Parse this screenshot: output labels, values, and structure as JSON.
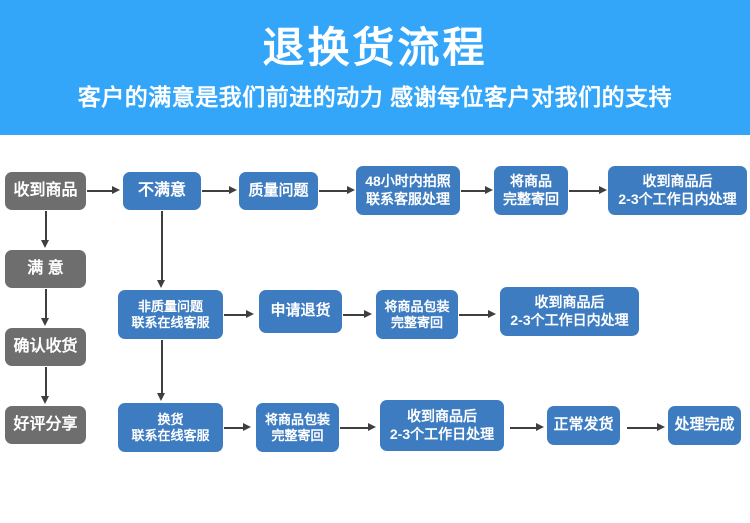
{
  "header": {
    "title": "退换货流程",
    "subtitle": "客户的满意是我们前进的动力 感谢每位客户对我们的支持",
    "bg_color": "#33a6fa",
    "text_color": "#ffffff"
  },
  "colors": {
    "gray_node": "#6e6e6e",
    "blue_node": "#3d7cc0",
    "connector": "#3f3f3f",
    "page_bg": "#ffffff"
  },
  "chart_data": {
    "type": "diagram",
    "title": "退换货流程",
    "nodes": [
      {
        "id": "n_recv",
        "label": "收到商品",
        "style": "gray",
        "row": 0,
        "col": 0
      },
      {
        "id": "n_satisfied",
        "label": "满 意",
        "style": "gray",
        "row": 1,
        "col": 0
      },
      {
        "id": "n_confirm",
        "label": "确认收货",
        "style": "gray",
        "row": 2,
        "col": 0
      },
      {
        "id": "n_review",
        "label": "好评分享",
        "style": "gray",
        "row": 3,
        "col": 0
      },
      {
        "id": "n_unsat",
        "label": "不满意",
        "style": "blue",
        "row": 0,
        "col": 1
      },
      {
        "id": "n_quality",
        "label": "质量问题",
        "style": "blue",
        "row": 0,
        "col": 2
      },
      {
        "id": "n_photo48",
        "label": "48小时内拍照\n联系客服处理",
        "style": "blue",
        "row": 0,
        "col": 3
      },
      {
        "id": "n_sendback1",
        "label": "将商品\n完整寄回",
        "style": "blue",
        "row": 0,
        "col": 4
      },
      {
        "id": "n_process1",
        "label": "收到商品后\n2-3个工作日内处理",
        "style": "blue",
        "row": 0,
        "col": 5
      },
      {
        "id": "n_nonquality",
        "label": "非质量问题\n联系在线客服",
        "style": "blue",
        "row": 1,
        "col": 1
      },
      {
        "id": "n_applyreturn",
        "label": "申请退货",
        "style": "blue",
        "row": 1,
        "col": 2
      },
      {
        "id": "n_pack2",
        "label": "将商品包装\n完整寄回",
        "style": "blue",
        "row": 1,
        "col": 3
      },
      {
        "id": "n_process2",
        "label": "收到商品后\n2-3个工作日内处理",
        "style": "blue",
        "row": 1,
        "col": 4
      },
      {
        "id": "n_exchange",
        "label": "换货\n联系在线客服",
        "style": "blue",
        "row": 2,
        "col": 1
      },
      {
        "id": "n_pack3",
        "label": "将商品包装\n完整寄回",
        "style": "blue",
        "row": 2,
        "col": 2
      },
      {
        "id": "n_process3",
        "label": "收到商品后\n2-3个工作日处理",
        "style": "blue",
        "row": 2,
        "col": 3
      },
      {
        "id": "n_ship",
        "label": "正常发货",
        "style": "blue",
        "row": 2,
        "col": 4
      },
      {
        "id": "n_done",
        "label": "处理完成",
        "style": "blue",
        "row": 2,
        "col": 5
      }
    ],
    "edges": [
      {
        "from": "n_recv",
        "to": "n_unsat",
        "dir": "right"
      },
      {
        "from": "n_recv",
        "to": "n_satisfied",
        "dir": "down"
      },
      {
        "from": "n_satisfied",
        "to": "n_confirm",
        "dir": "down"
      },
      {
        "from": "n_confirm",
        "to": "n_review",
        "dir": "down"
      },
      {
        "from": "n_unsat",
        "to": "n_quality",
        "dir": "right"
      },
      {
        "from": "n_quality",
        "to": "n_photo48",
        "dir": "right"
      },
      {
        "from": "n_photo48",
        "to": "n_sendback1",
        "dir": "right"
      },
      {
        "from": "n_sendback1",
        "to": "n_process1",
        "dir": "right"
      },
      {
        "from": "n_unsat",
        "to": "n_nonquality",
        "dir": "down"
      },
      {
        "from": "n_nonquality",
        "to": "n_applyreturn",
        "dir": "right"
      },
      {
        "from": "n_applyreturn",
        "to": "n_pack2",
        "dir": "right"
      },
      {
        "from": "n_pack2",
        "to": "n_process2",
        "dir": "right"
      },
      {
        "from": "n_nonquality",
        "to": "n_exchange",
        "dir": "down"
      },
      {
        "from": "n_exchange",
        "to": "n_pack3",
        "dir": "right"
      },
      {
        "from": "n_pack3",
        "to": "n_process3",
        "dir": "right"
      },
      {
        "from": "n_process3",
        "to": "n_ship",
        "dir": "right"
      },
      {
        "from": "n_ship",
        "to": "n_done",
        "dir": "right"
      }
    ]
  }
}
